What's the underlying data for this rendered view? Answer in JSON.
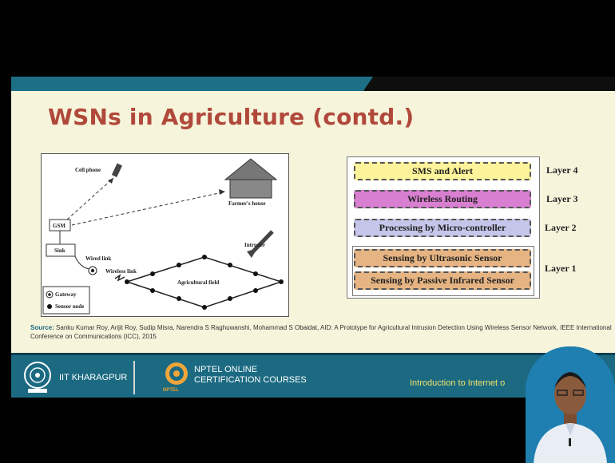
{
  "slide": {
    "title": "WSNs in Agriculture (contd.)",
    "source_label": "Source:",
    "source_text": "Sanku Kumar Roy, Arijit Roy, Sudip Misra, Narendra S Raghuwanshi, Mohammad S Obaidat, AID: A Prototype for Agricultural Intrusion Detection Using Wireless Sensor Network, IEEE International Conference on Communications (ICC), 2015"
  },
  "diagram": {
    "cell_phone": "Cell phone",
    "farmers_house": "Farmer's house",
    "gsm": "GSM",
    "sink": "Sink",
    "wired_link": "Wired link",
    "wireless_link": "Wireless link",
    "intruder": "Intruder",
    "agricultural_field": "Agricultural field",
    "legend_gateway": "Gateway",
    "legend_sensor": "Sensor node"
  },
  "layers": [
    {
      "text": "SMS and Alert",
      "label": "Layer 4",
      "color": "#fdf39a"
    },
    {
      "text": "Wireless Routing",
      "label": "Layer 3",
      "color": "#d97fd1"
    },
    {
      "text": "Processing by Micro-controller",
      "label": "Layer 2",
      "color": "#c5c6ea"
    },
    {
      "text": "Sensing by Ultrasonic Sensor",
      "label": "Layer 1",
      "color": "#e6b482"
    },
    {
      "text": "Sensing by Passive Infrared Sensor",
      "label": "",
      "color": "#e6b482"
    }
  ],
  "footer": {
    "iit": "IIT KHARAGPUR",
    "nptel_line1": "NPTEL ONLINE",
    "nptel_line2": "CERTIFICATION COURSES",
    "nptel_logo_text": "NPTEL",
    "course": "Introduction to Internet o"
  },
  "colors": {
    "title": "#b0493b",
    "footer_bg": "#1b6a82",
    "slide_bg": "#f7f4dc"
  }
}
